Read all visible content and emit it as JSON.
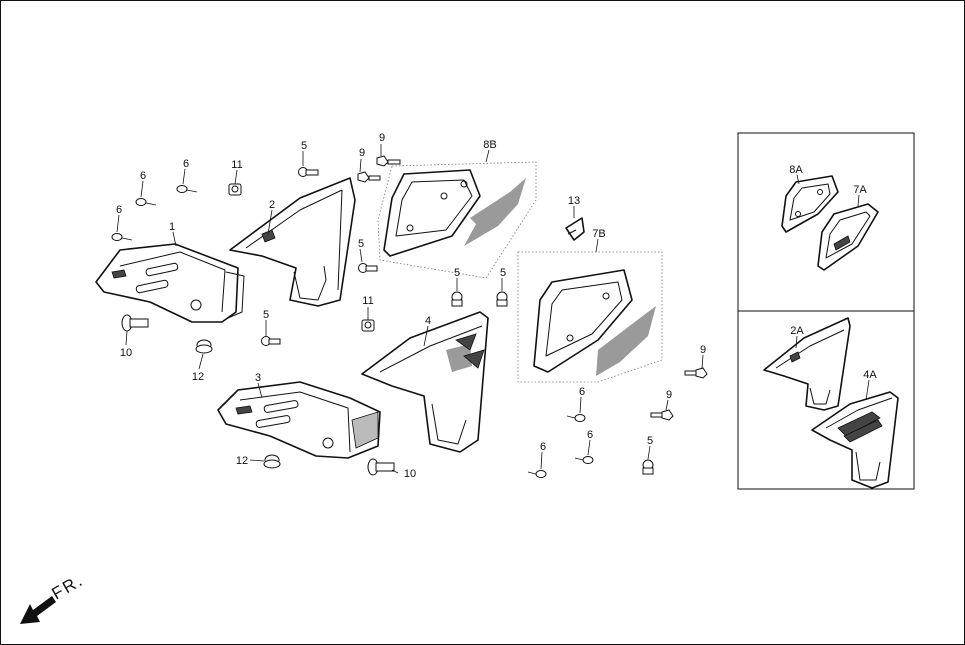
{
  "diagram": {
    "callouts": {
      "p1": "1",
      "p2": "2",
      "p2A": "2A",
      "p3": "3",
      "p4": "4",
      "p4A": "4A",
      "p5a": "5",
      "p5b": "5",
      "p5c": "5",
      "p5d": "5",
      "p5e": "5",
      "p5f": "5",
      "p6a": "6",
      "p6b": "6",
      "p6c": "6",
      "p6d": "6",
      "p6e": "6",
      "p6f": "6",
      "p7A": "7A",
      "p7B": "7B",
      "p8A": "8A",
      "p8B": "8B",
      "p9a": "9",
      "p9b": "9",
      "p9c": "9",
      "p9d": "9",
      "p10a": "10",
      "p10b": "10",
      "p11a": "11",
      "p11b": "11",
      "p12a": "12",
      "p12b": "12",
      "p13": "13"
    },
    "direction_label": "FR."
  }
}
